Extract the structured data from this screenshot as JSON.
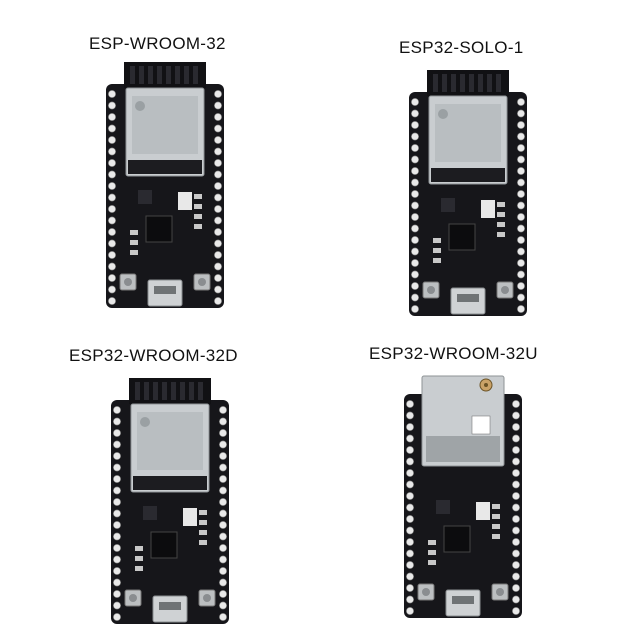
{
  "boards": [
    {
      "title": "ESP-WROOM-32",
      "module": "esp-wroom-32",
      "has_antenna_connector": false
    },
    {
      "title": "ESP32-SOLO-1",
      "module": "esp32-solo-1",
      "has_antenna_connector": false
    },
    {
      "title": "ESP32-WROOM-32D",
      "module": "esp32-wroom-32d",
      "has_antenna_connector": false
    },
    {
      "title": "ESP32-WROOM-32U",
      "module": "esp32-wroom-32u",
      "has_antenna_connector": true
    }
  ],
  "colors": {
    "pcb": "#16161a",
    "header_pin": "#e9e9e9",
    "shield": "#c9cdd0",
    "antenna": "#111114",
    "usb": "#cfd2d4"
  }
}
